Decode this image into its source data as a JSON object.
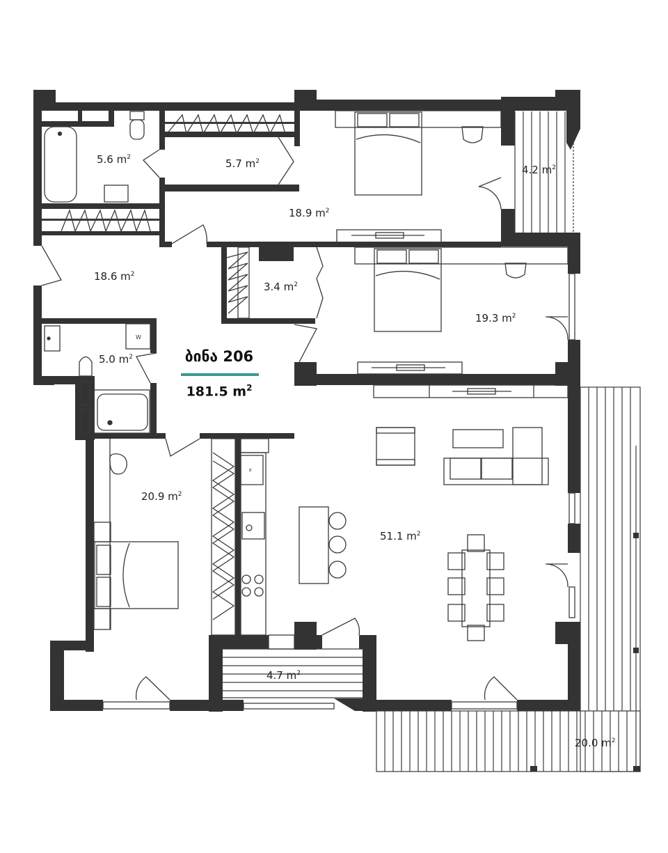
{
  "apartment": {
    "title": "ბინა 206",
    "area_value": "181.5 m",
    "area_unit_sup": "2",
    "accent_color": "#3a9b94"
  },
  "rooms": [
    {
      "id": "bath-top",
      "value": "5.6 m",
      "sup": "2"
    },
    {
      "id": "wardrobe-top",
      "value": "5.7 m",
      "sup": "2"
    },
    {
      "id": "bedroom-top",
      "value": "18.9 m",
      "sup": "2"
    },
    {
      "id": "balcony-small",
      "value": "4.2 m",
      "sup": "2"
    },
    {
      "id": "hall",
      "value": "18.6 m",
      "sup": "2"
    },
    {
      "id": "closet-small",
      "value": "3.4 m",
      "sup": "2"
    },
    {
      "id": "bedroom-mid",
      "value": "19.3 m",
      "sup": "2"
    },
    {
      "id": "bath-mid",
      "value": "5.0 m",
      "sup": "2"
    },
    {
      "id": "bedroom-left",
      "value": "20.9 m",
      "sup": "2"
    },
    {
      "id": "living",
      "value": "51.1 m",
      "sup": "2"
    },
    {
      "id": "balcony-mid",
      "value": "4.7 m",
      "sup": "2"
    },
    {
      "id": "terrace",
      "value": "20.0 m",
      "sup": "2"
    }
  ],
  "fixtures": {
    "washer_label": "W",
    "fridge_label": "F"
  },
  "colors": {
    "wall": "#333333",
    "line": "#3a3a3a"
  }
}
